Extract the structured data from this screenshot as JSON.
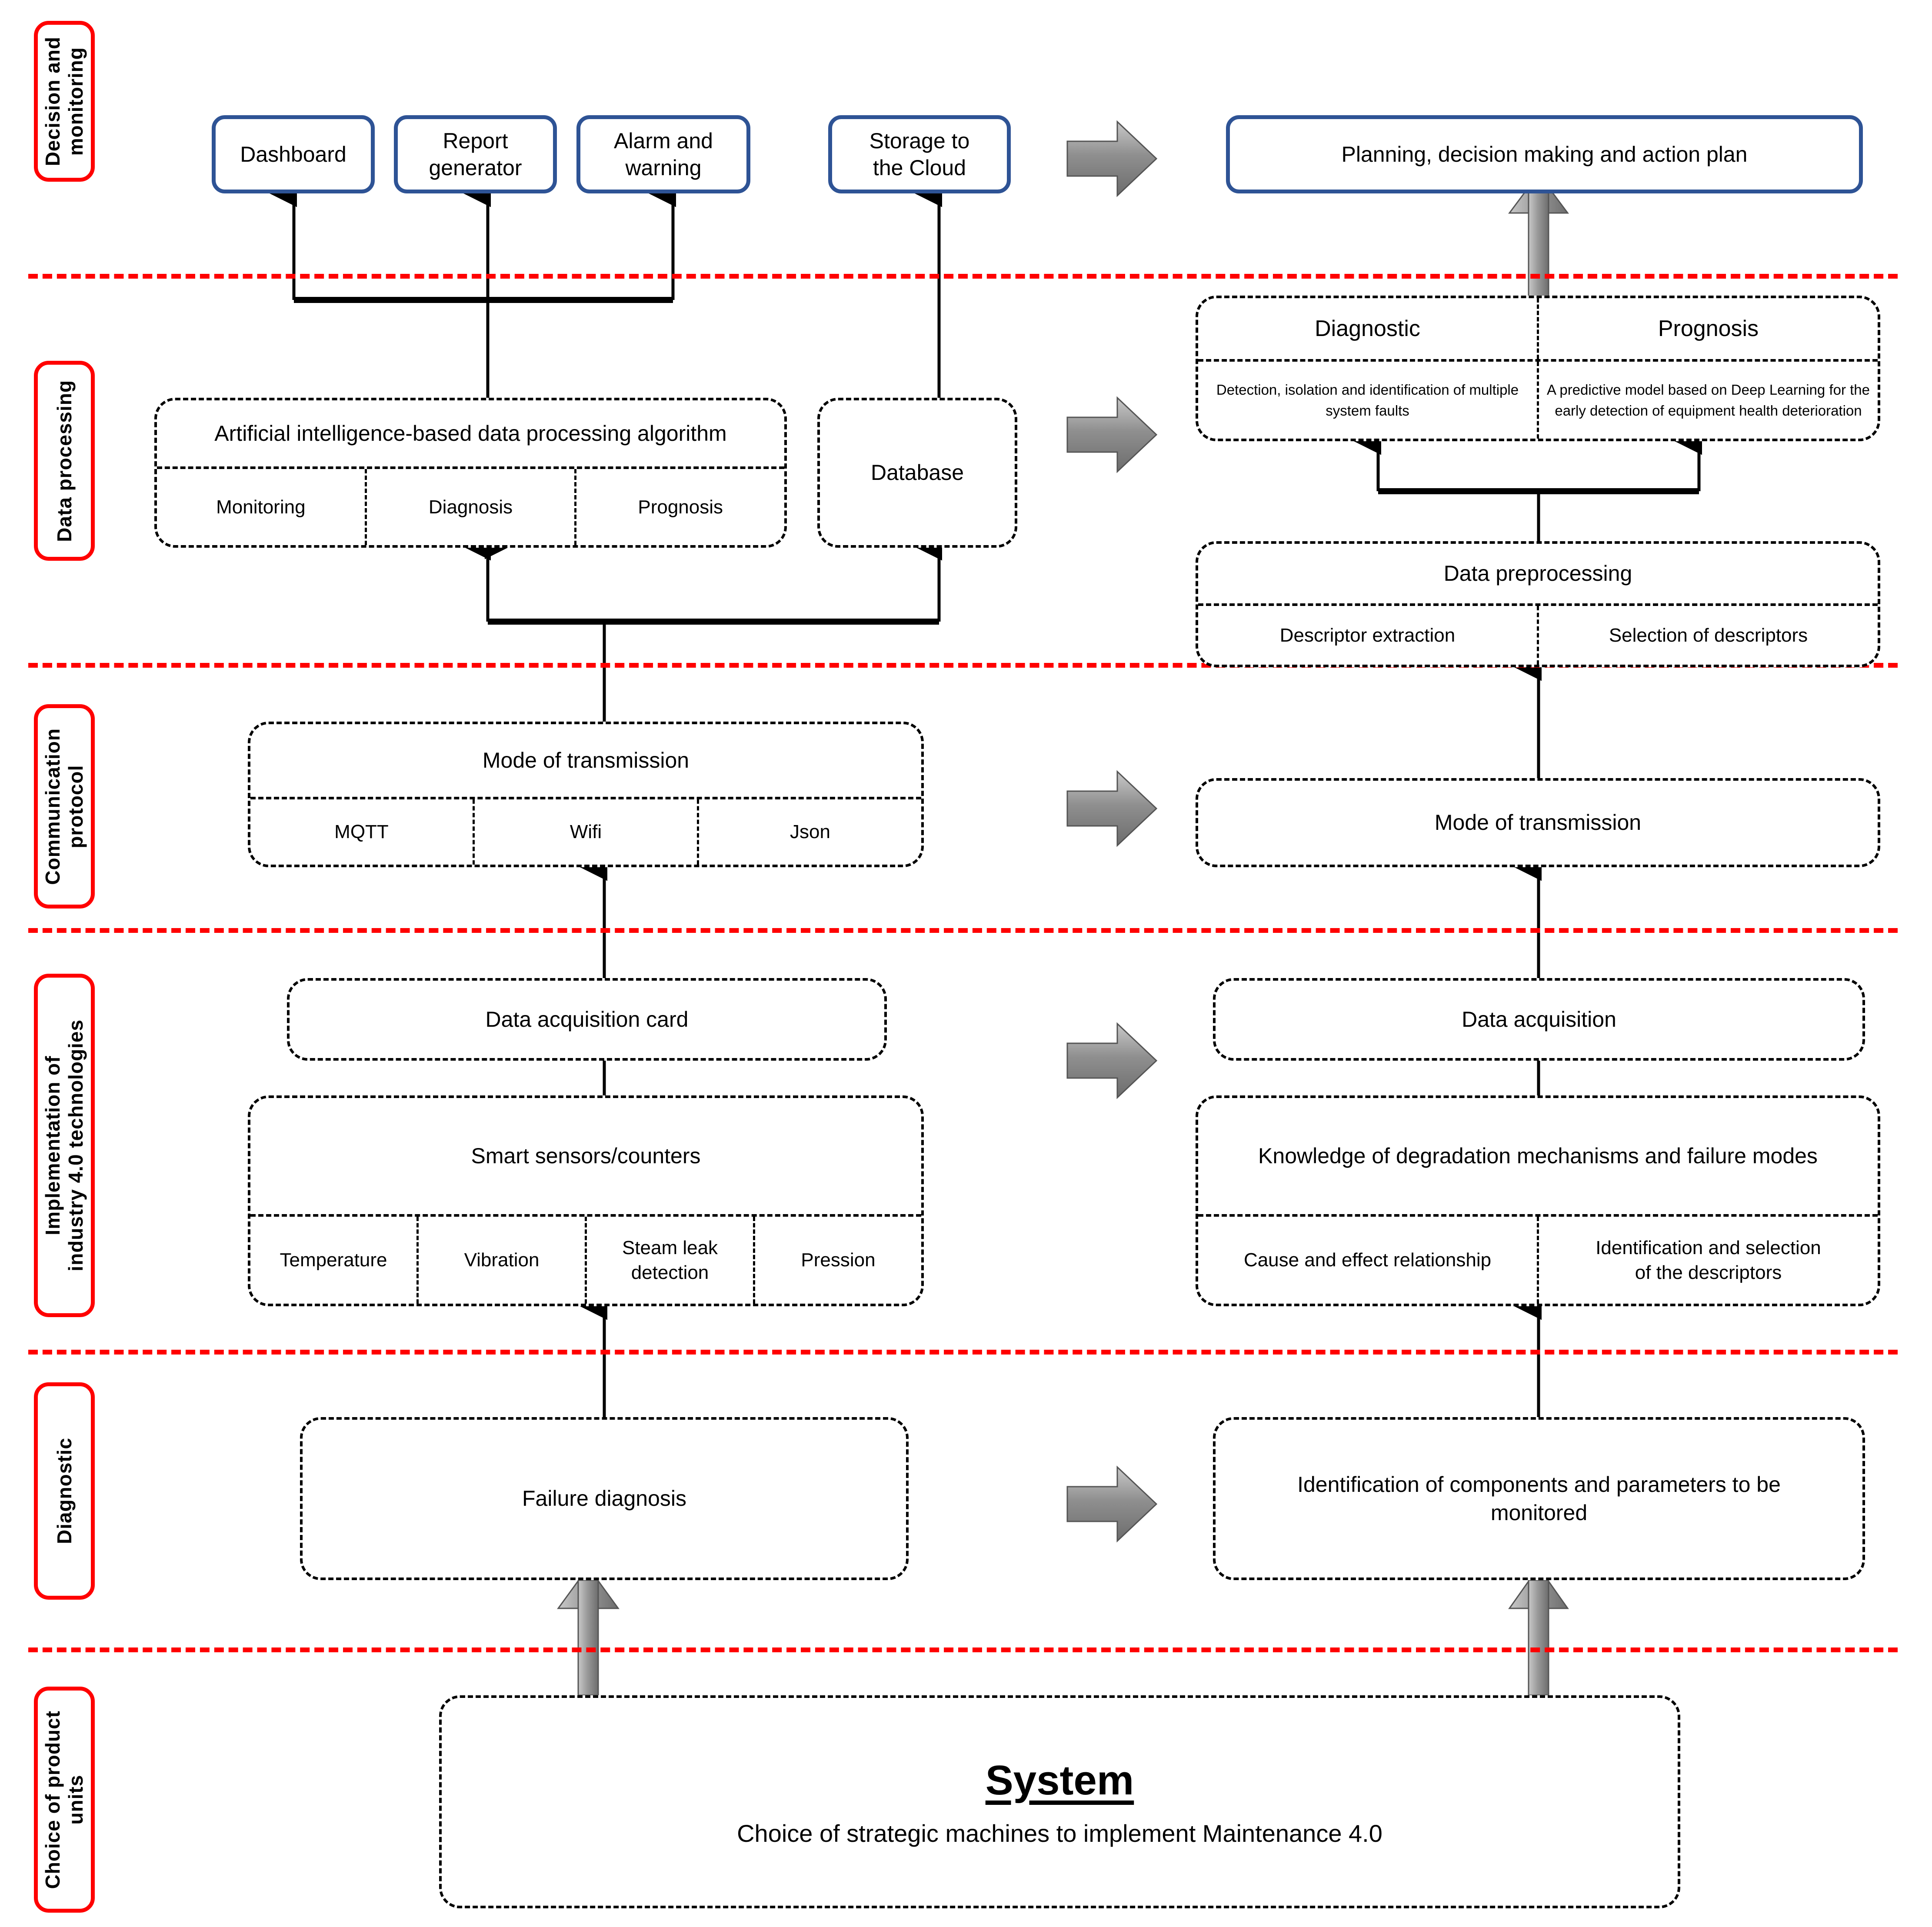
{
  "bands": [
    {
      "id": "decision",
      "label": "Decision and\nmonitoring"
    },
    {
      "id": "data",
      "label": "Data processing"
    },
    {
      "id": "comm",
      "label": "Communication\nprotocol"
    },
    {
      "id": "industry",
      "label": "Implementation of\nindustry 4.0 technologies"
    },
    {
      "id": "diagnostic",
      "label": "Diagnostic"
    },
    {
      "id": "choice",
      "label": "Choice of product\nunits"
    }
  ],
  "decision": {
    "dashboard": "Dashboard",
    "report_generator": "Report\ngenerator",
    "alarm_warning": "Alarm and\nwarning",
    "storage_cloud": "Storage to\nthe Cloud",
    "planning": "Planning, decision making and action plan"
  },
  "data_processing": {
    "ai_algorithm": "Artificial intelligence-based data processing algorithm",
    "ai_cells": [
      "Monitoring",
      "Diagnosis",
      "Prognosis"
    ],
    "database": "Database",
    "diag_prog": {
      "top": [
        "Diagnostic",
        "Prognosis"
      ],
      "bottom": [
        "Detection, isolation and identification of multiple system faults",
        "A predictive model based on Deep Learning for the early detection of equipment health deterioration"
      ]
    },
    "preprocessing": {
      "title": "Data preprocessing",
      "cells": [
        "Descriptor extraction",
        "Selection of descriptors"
      ]
    }
  },
  "communication": {
    "mode_left": "Mode of transmission",
    "mode_left_cells": [
      "MQTT",
      "Wifi",
      "Json"
    ],
    "mode_right": "Mode of transmission"
  },
  "industry": {
    "acq_card": "Data acquisition card",
    "acq_right": "Data acquisition",
    "sensors": "Smart sensors/counters",
    "sensor_cells": [
      "Temperature",
      "Vibration",
      "Steam leak\ndetection",
      "Pression"
    ],
    "knowledge": "Knowledge of degradation mechanisms and failure modes",
    "knowledge_cells": [
      "Cause and effect relationship",
      "Identification and selection\nof the descriptors"
    ]
  },
  "diagnostic": {
    "failure_diagnosis": "Failure diagnosis",
    "identification": "Identification of components and parameters to be monitored"
  },
  "choice": {
    "system_title": "System",
    "system_subtitle": "Choice of strategic machines to implement Maintenance 4.0"
  },
  "colors": {
    "band_border": "#ff0000",
    "separator": "#ff0000",
    "blue_box_border": "#2E5395",
    "gray_arrow_light": "#c6c6c6",
    "gray_arrow_dark": "#6f6f6f",
    "connector": "#000000"
  },
  "icons": {
    "flow_right": "right-block-arrow-icon",
    "flow_up": "up-block-arrow-icon"
  }
}
